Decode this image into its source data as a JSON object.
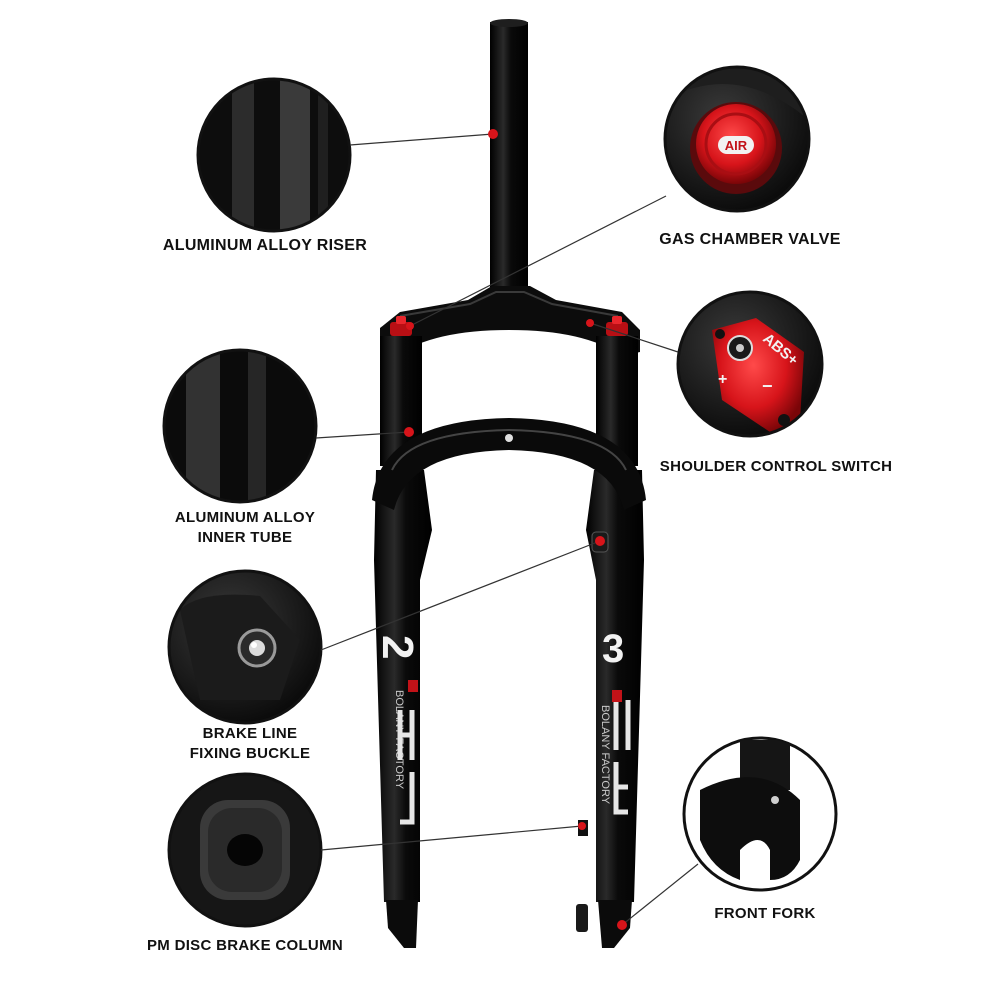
{
  "labels": {
    "riser": "ALUMINUM ALLOY RISER",
    "gas_valve": "GAS CHAMBER VALVE",
    "shoulder_switch": "SHOULDER CONTROL SWITCH",
    "inner_tube_line1": "ALUMINUM ALLOY",
    "inner_tube_line2": "INNER TUBE",
    "brake_buckle_line1": "BRAKE LINE",
    "brake_buckle_line2": "FIXING BUCKLE",
    "front_fork": "FRONT FORK",
    "disc_brake": "PM DISC BRAKE COLUMN"
  },
  "valve_cap_text": "AIR",
  "switch_text": "ABS+",
  "switch_plus": "+",
  "switch_minus": "−",
  "leg_number_left": "2",
  "leg_number_right": "3",
  "leg_brand": "BOLANY FACTORY",
  "colors": {
    "fork_black": "#0d0d0d",
    "accent_red": "#d7141a",
    "label_text": "#111111",
    "leader_line": "#333333"
  }
}
